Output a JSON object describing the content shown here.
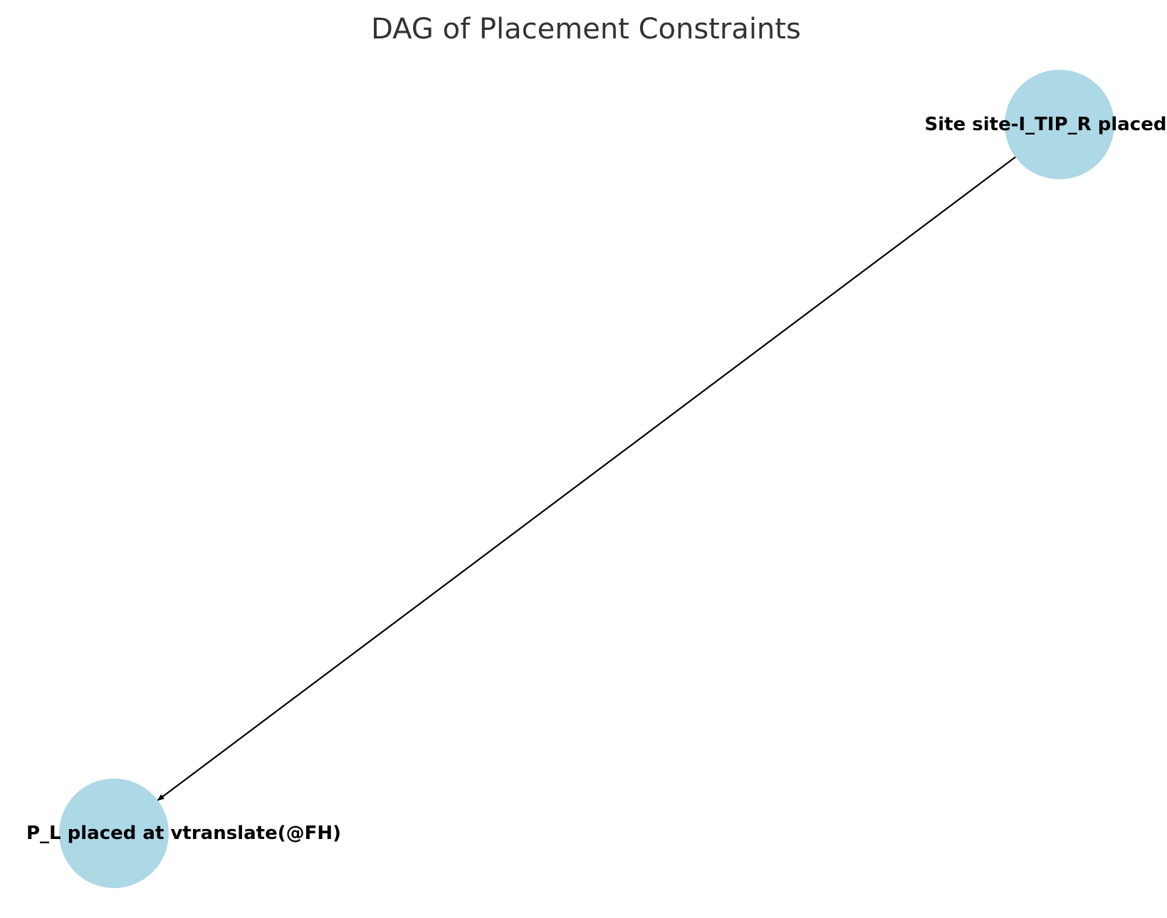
{
  "diagram": {
    "title": "DAG of Placement Constraints",
    "colors": {
      "node_fill": "#add8e6",
      "edge": "#000000",
      "title": "#333333",
      "label": "#000000"
    },
    "nodes": [
      {
        "id": "site",
        "label": "Site site-I_TIP_R placed at"
      },
      {
        "id": "pl",
        "label": "P_L placed at vtranslate(@FH)"
      }
    ],
    "edges": [
      {
        "from": "site",
        "to": "pl",
        "directed": true
      }
    ]
  }
}
